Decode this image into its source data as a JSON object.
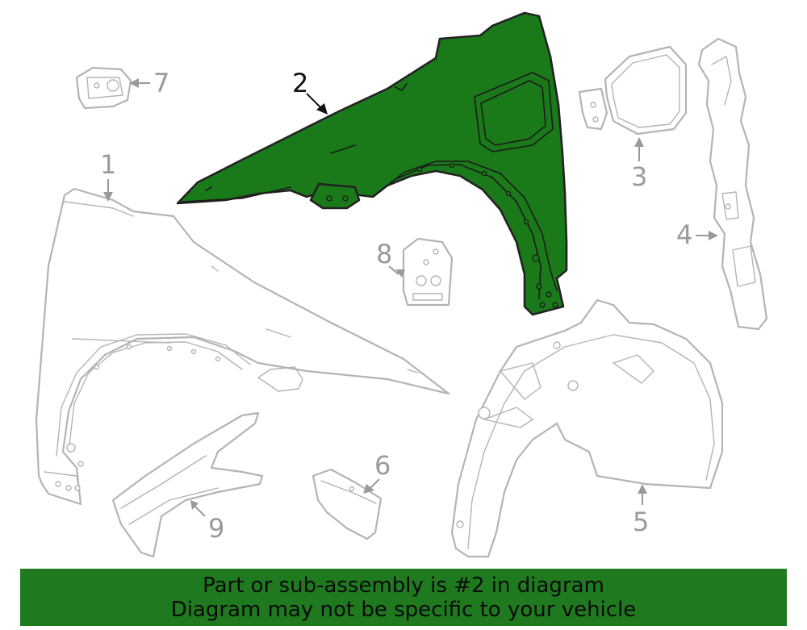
{
  "diagram": {
    "highlighted_part": "2",
    "callouts": [
      {
        "id": "1",
        "label": "1"
      },
      {
        "id": "2",
        "label": "2"
      },
      {
        "id": "3",
        "label": "3"
      },
      {
        "id": "4",
        "label": "4"
      },
      {
        "id": "5",
        "label": "5"
      },
      {
        "id": "6",
        "label": "6"
      },
      {
        "id": "7",
        "label": "7"
      },
      {
        "id": "8",
        "label": "8"
      },
      {
        "id": "9",
        "label": "9"
      }
    ]
  },
  "banner": {
    "line1": "Part or sub-assembly is #2 in diagram",
    "line2": "Diagram may not be specific to your vehicle"
  },
  "colors": {
    "highlight": "#1a7a1a",
    "banner": "#1f7a1f",
    "line_art": "#b4b4b4",
    "callout": "#9a9a9a"
  }
}
